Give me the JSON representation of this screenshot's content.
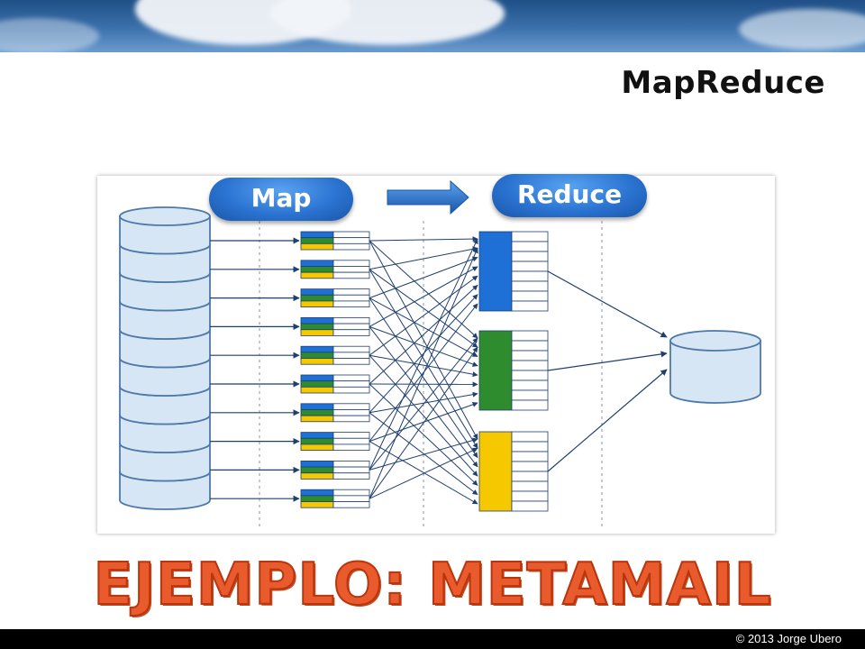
{
  "slide": {
    "title": "MapReduce",
    "heading": "EJEMPLO: METAMAIL",
    "footer": "© 2013 Jorge Ubero"
  },
  "diagram": {
    "map_label": "Map",
    "reduce_label": "Reduce",
    "input_disk_segments": 10,
    "map_tasks": 10,
    "reducers": 3,
    "colors": {
      "blue": "#1e6fd6",
      "green": "#2e8b2e",
      "yellow": "#f5c800",
      "line": "#1f3f6e",
      "disk_fill": "#d6e6f5",
      "disk_stroke": "#4e79a8",
      "pill": "#2b74d2",
      "heading": "#e95b2c"
    }
  }
}
